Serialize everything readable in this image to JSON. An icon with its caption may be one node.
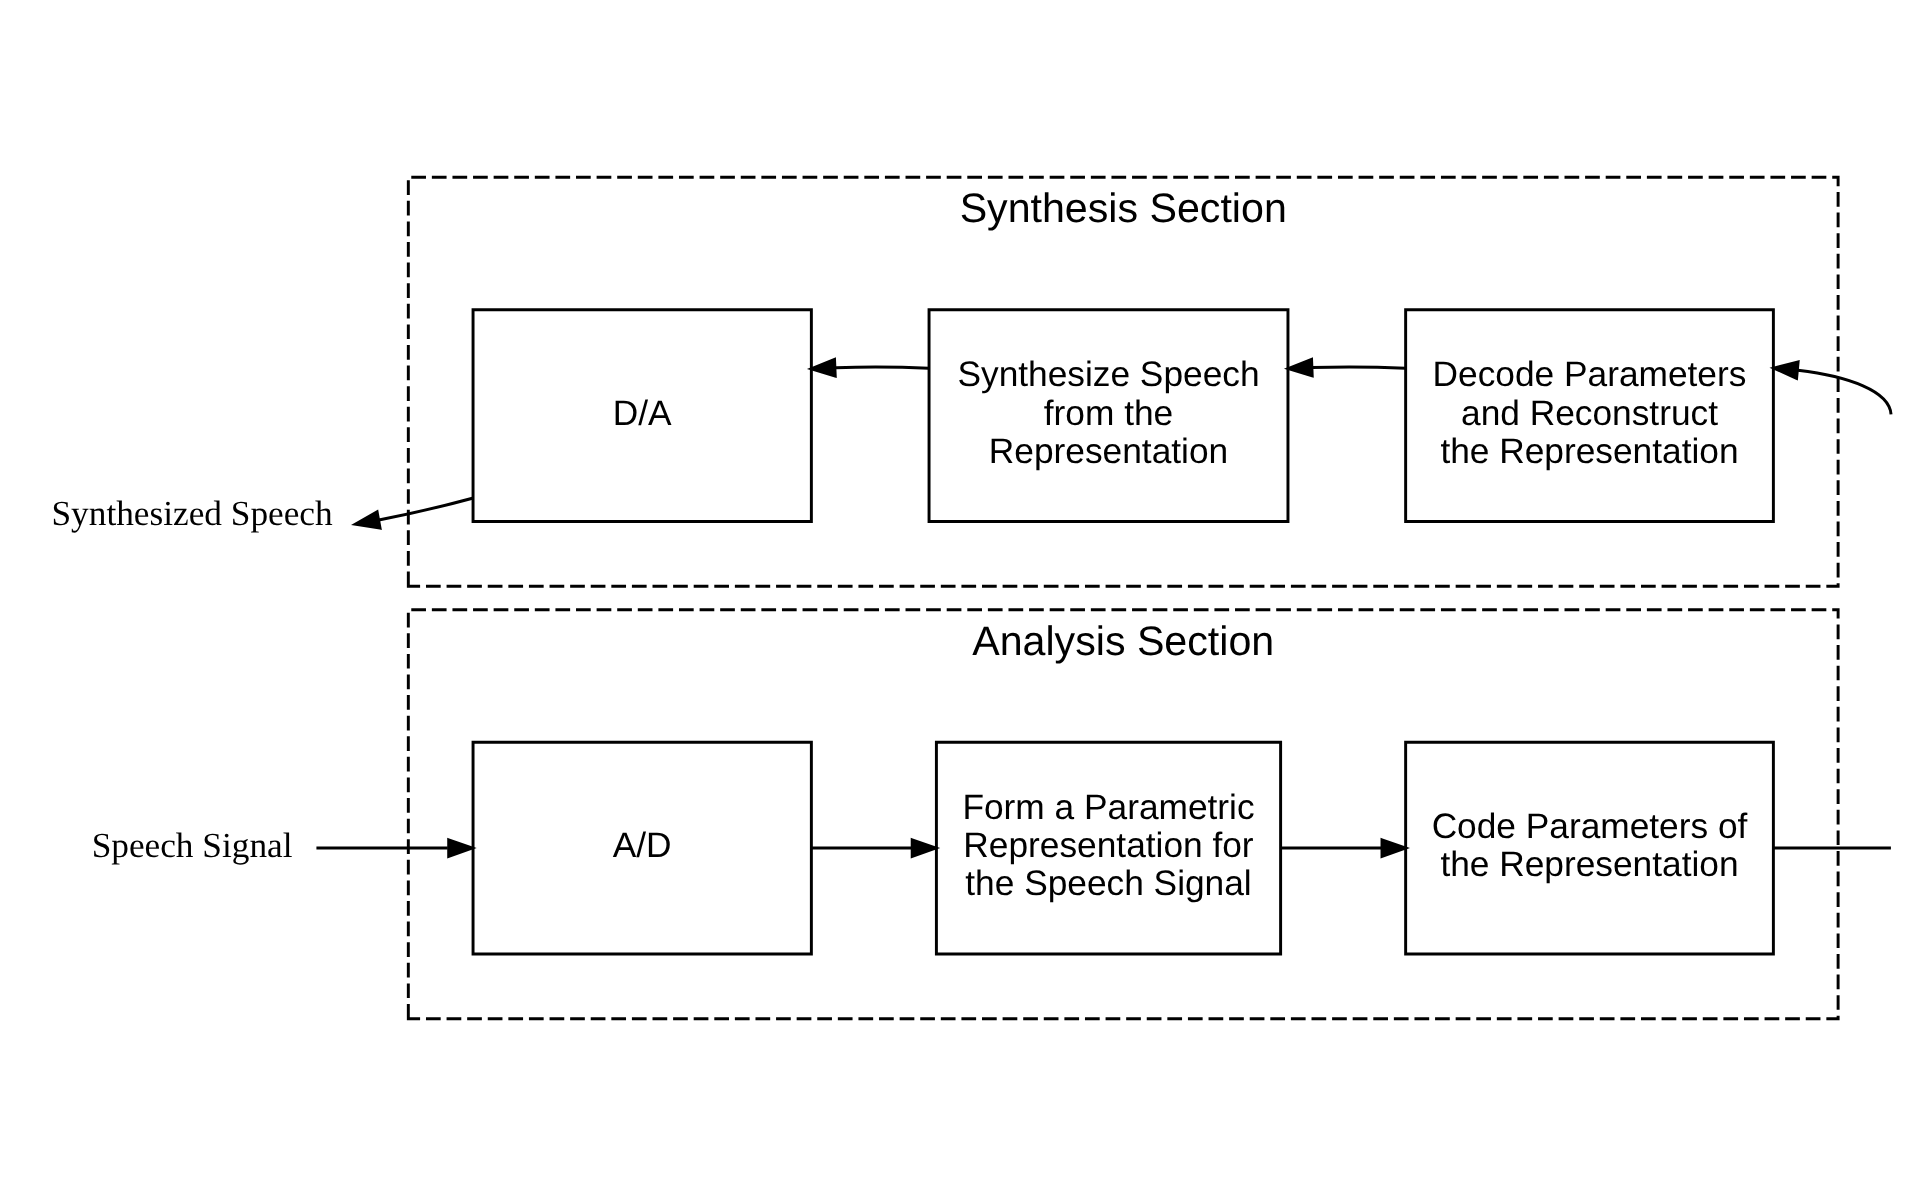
{
  "diagram": {
    "nodes": [
      {
        "text": [
          "Analysis Section"
        ]
      },
      {
        "text": [
          "A/D"
        ],
        "in": 0
      },
      {
        "text": [
          "Form a Parametric Representation for the Speech Signal"
        ],
        "in": 0
      },
      {
        "text": [
          "Code Parameters of the Representation"
        ],
        "in": 0
      },
      {
        "text": [
          "Synthesis Section"
        ]
      },
      {
        "text": [
          "D/A"
        ],
        "in": 4
      },
      {
        "text": [
          "Synthesize Speech from the Representation"
        ],
        "in": 4
      },
      {
        "text": [
          "Decode Parameters and Reconstruct the Representation"
        ],
        "in": 4
      },
      {
        "text": [
          "Speech Signal"
        ]
      },
      {
        "text": [
          "Synthesized Speech"
        ]
      }
    ],
    "edges": [
      {
        "from": 8,
        "to": 1,
        "arrow": "to"
      },
      {
        "from": 1,
        "to": 2,
        "arrow": "to"
      },
      {
        "from": 2,
        "to": 3,
        "arrow": "to"
      },
      {
        "from": 3,
        "to": null,
        "arrow": "none"
      },
      {
        "from": null,
        "to": 7,
        "arrow": "to"
      },
      {
        "from": 7,
        "to": 6,
        "arrow": "to"
      },
      {
        "from": 6,
        "to": 5,
        "arrow": "to"
      },
      {
        "from": 5,
        "to": 9,
        "arrow": "to"
      }
    ]
  }
}
